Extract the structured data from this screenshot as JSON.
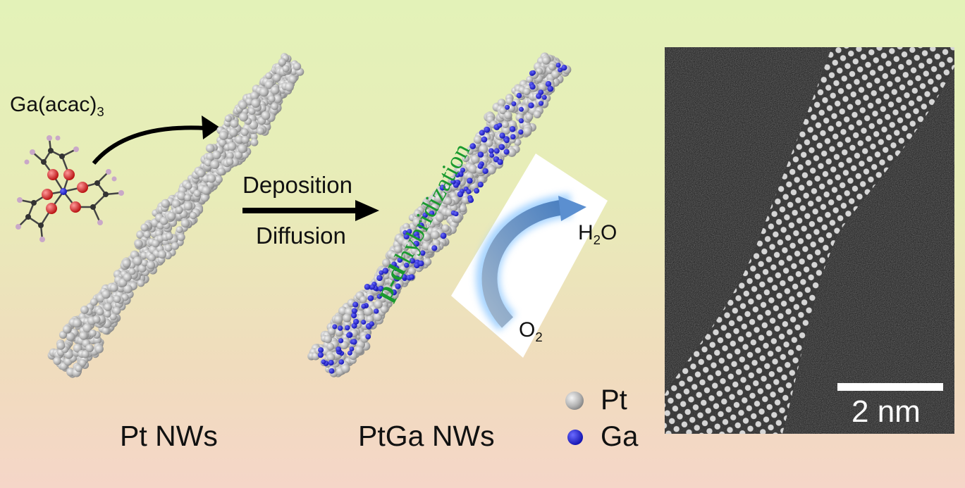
{
  "labels": {
    "ga_precursor": "Ga(acac)",
    "ga_precursor_sub": "3",
    "deposition": "Deposition",
    "diffusion": "Diffusion",
    "pd_bold": "p-d",
    "pd_rest": " hybridization",
    "h2o_main": "H",
    "h2o_sub": "2",
    "h2o_tail": "O",
    "o2_main": "O",
    "o2_sub": "2",
    "pt_nws": "Pt NWs",
    "ptga_nws": "PtGa NWs",
    "scale_bar": "2 nm"
  },
  "legend": [
    {
      "label": "Pt",
      "color": "#b8b8b8"
    },
    {
      "label": "Ga",
      "color": "#1010c8"
    }
  ],
  "colors": {
    "pt_atom": "#b4b4b4",
    "ga_atom": "#1212c8",
    "oxygen_atom": "#d01010",
    "pd_text": "#1a9a2e",
    "stem_background": "#141414"
  }
}
